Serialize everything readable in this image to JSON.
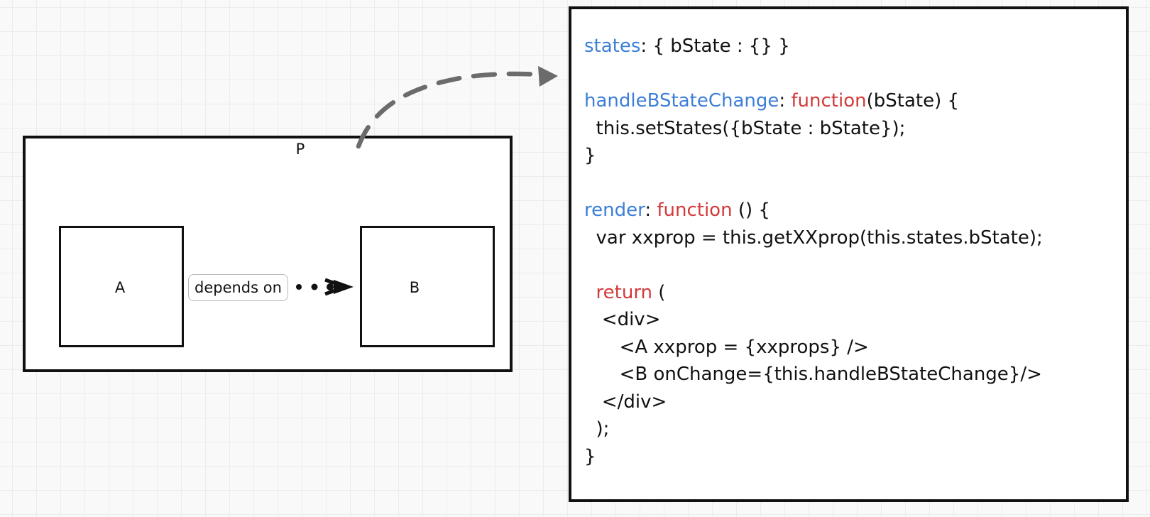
{
  "diagram": {
    "parent_label": "P",
    "child_a_label": "A",
    "child_b_label": "B",
    "edge_label": "depends on"
  },
  "code": [
    [
      {
        "t": "states",
        "c": "blue"
      },
      {
        "t": ": { bState : {} }",
        "c": ""
      }
    ],
    [],
    [
      {
        "t": "handleBStateChange",
        "c": "blue"
      },
      {
        "t": ": ",
        "c": ""
      },
      {
        "t": "function",
        "c": "red"
      },
      {
        "t": "(bState) {",
        "c": ""
      }
    ],
    [
      {
        "t": "  this.setStates({bState : bState});",
        "c": ""
      }
    ],
    [
      {
        "t": "}",
        "c": ""
      }
    ],
    [],
    [
      {
        "t": "render",
        "c": "blue"
      },
      {
        "t": ": ",
        "c": ""
      },
      {
        "t": "function",
        "c": "red"
      },
      {
        "t": " () {",
        "c": ""
      }
    ],
    [
      {
        "t": "  var xxprop = this.getXXprop(this.states.bState);",
        "c": ""
      }
    ],
    [],
    [
      {
        "t": "  ",
        "c": ""
      },
      {
        "t": "return",
        "c": "red"
      },
      {
        "t": " (",
        "c": ""
      }
    ],
    [
      {
        "t": "   <div>",
        "c": ""
      }
    ],
    [
      {
        "t": "      <A xxprop = {xxprops} />",
        "c": ""
      }
    ],
    [
      {
        "t": "      <B onChange={this.handleBStateChange}/>",
        "c": ""
      }
    ],
    [
      {
        "t": "   </div>",
        "c": ""
      }
    ],
    [
      {
        "t": "  );",
        "c": ""
      }
    ],
    [
      {
        "t": "}",
        "c": ""
      }
    ]
  ]
}
